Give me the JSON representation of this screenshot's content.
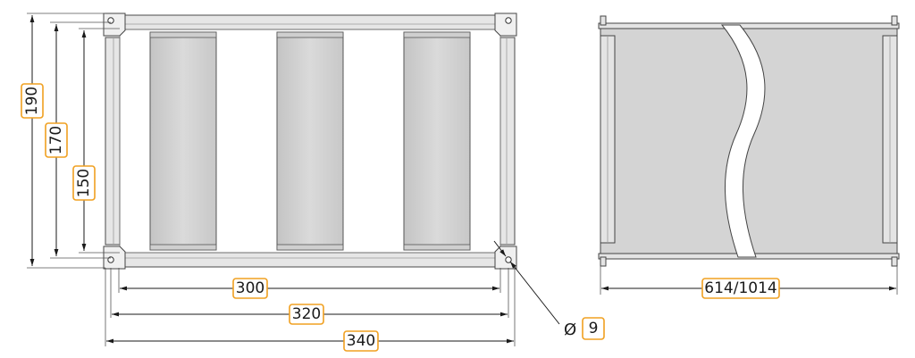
{
  "front_view": {
    "dims": {
      "height_outer": "190",
      "height_mid": "170",
      "height_inner": "150",
      "width_inner": "300",
      "width_mid": "320",
      "width_outer": "340"
    },
    "hole": {
      "symbol": "Ø",
      "diameter": "9"
    }
  },
  "side_view": {
    "length": "614/1014"
  },
  "colors": {
    "badge_border": "#f0a020",
    "panel_fill": "#d0d0d0",
    "line": "#1a1a1a"
  }
}
